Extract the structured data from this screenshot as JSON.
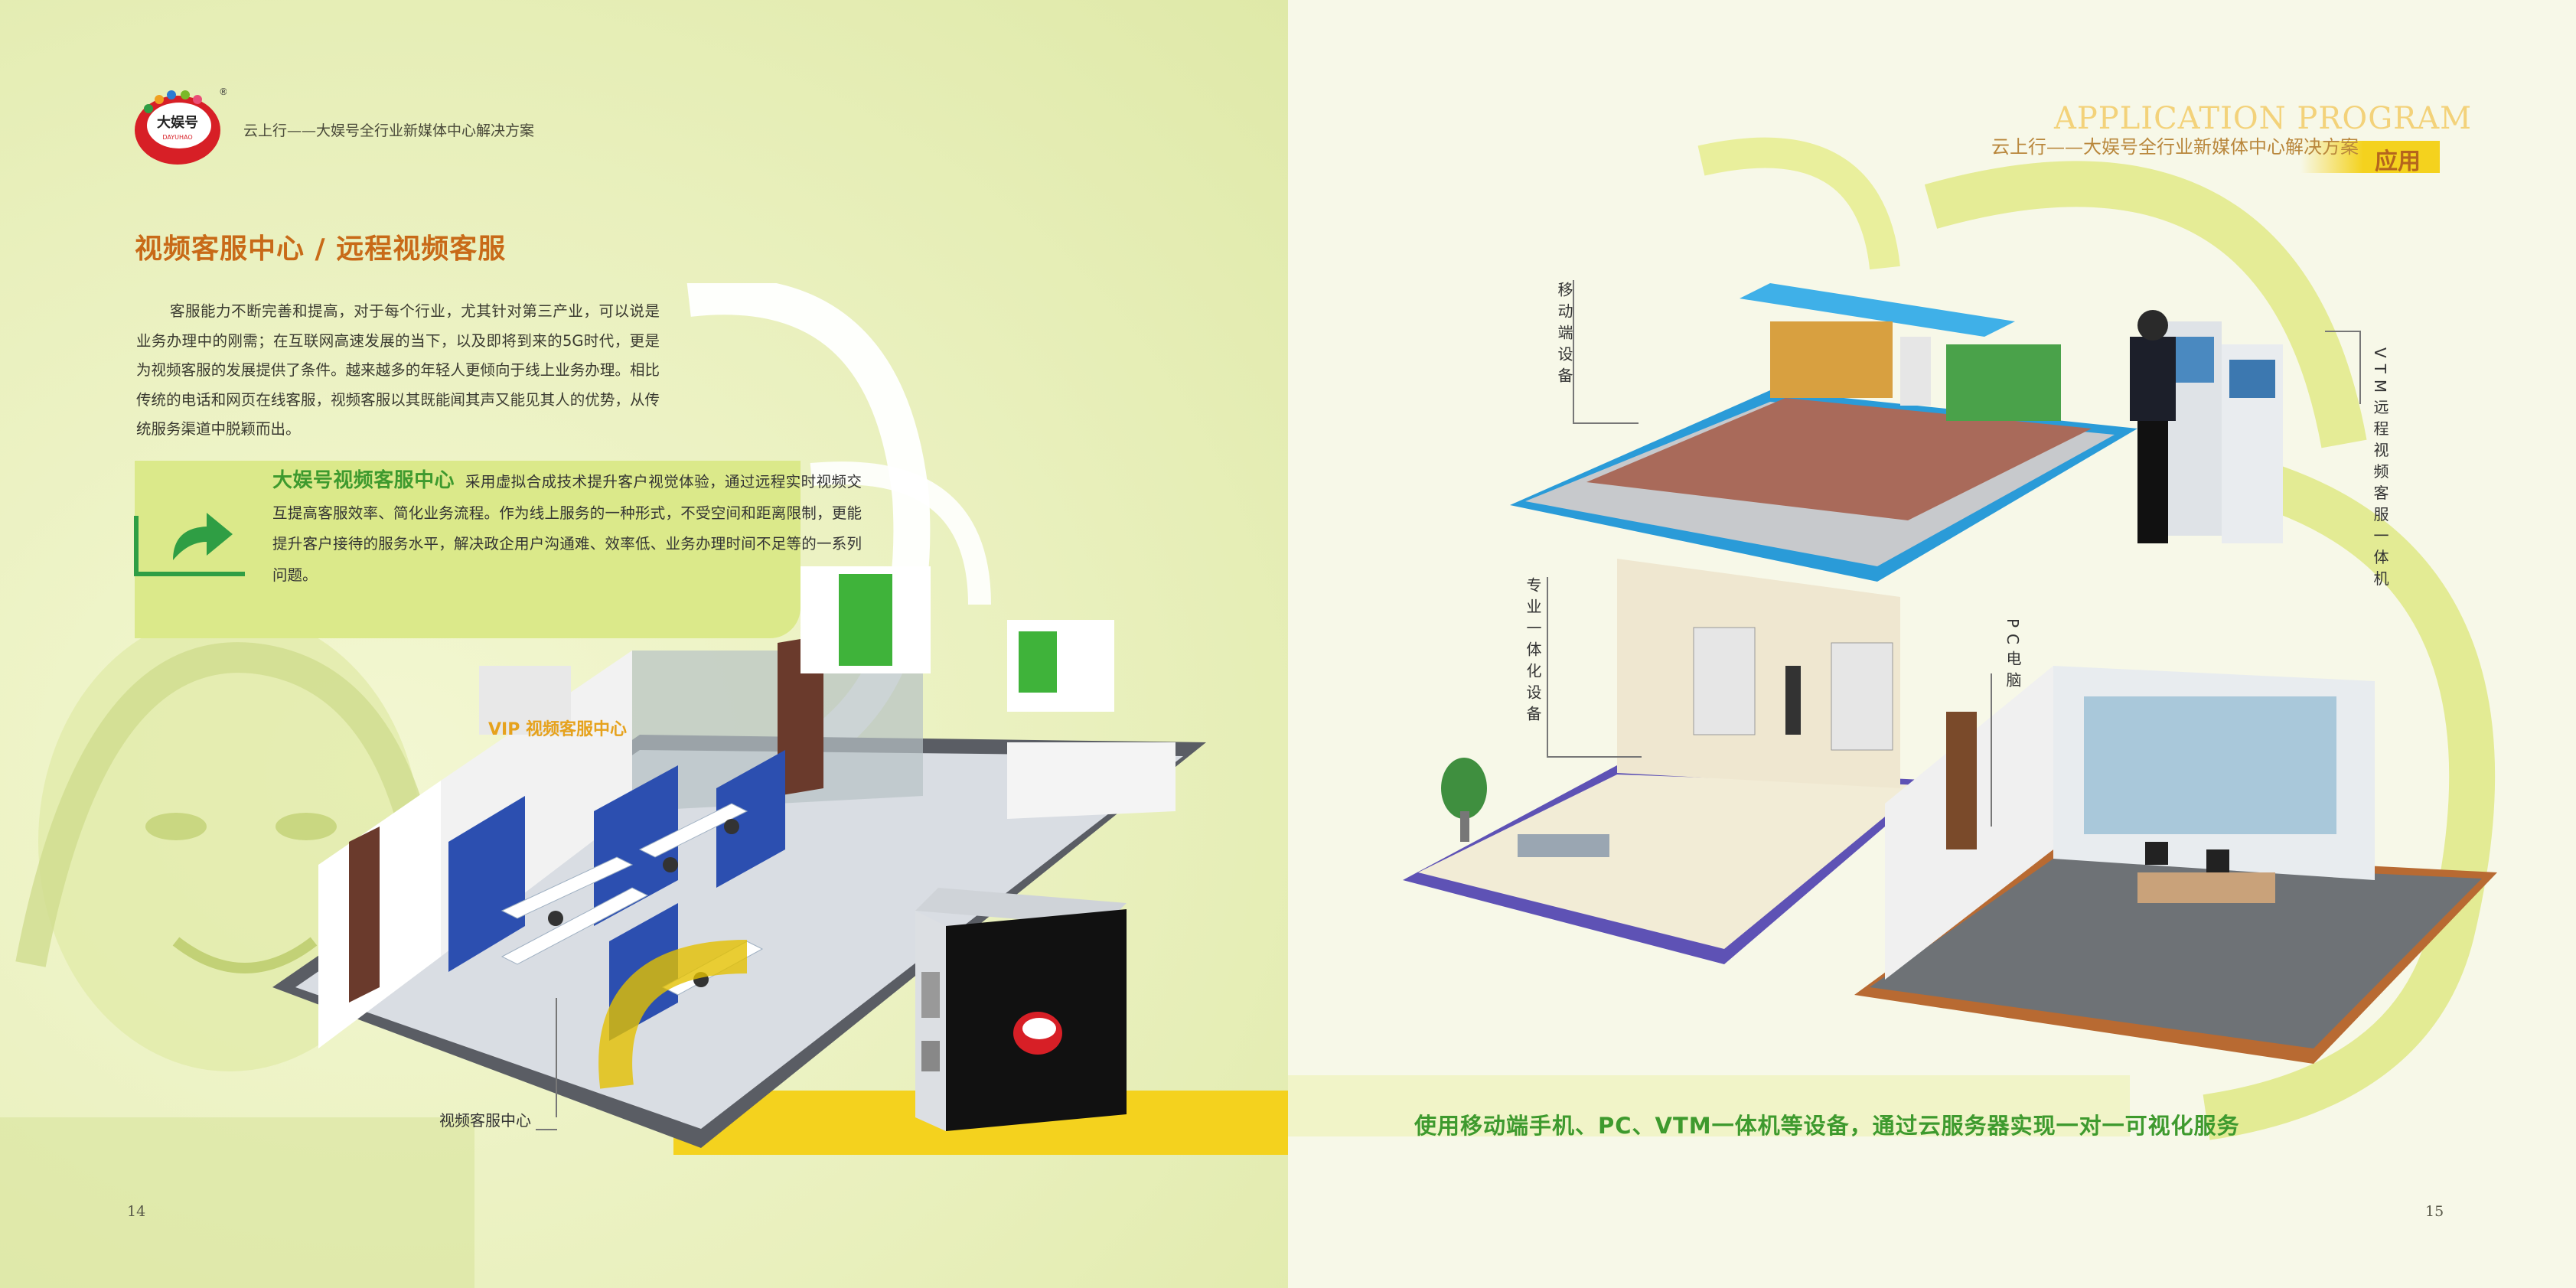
{
  "brand": {
    "logo_name": "大娱号",
    "logo_sub": "DAYUHAO",
    "registered": "®"
  },
  "left_page": {
    "header": "云上行——大娱号全行业新媒体中心解决方案",
    "title": "视频客服中心 / 远程视频客服",
    "intro": "客服能力不断完善和提高，对于每个行业，尤其针对第三产业，可以说是业务办理中的刚需；在互联网高速发展的当下，以及即将到来的5G时代，更是为视频客服的发展提供了条件。越来越多的年轻人更倾向于线上业务办理。相比传统的电话和网页在线客服，视频客服以其既能闻其声又能见其人的优势，从传统服务渠道中脱颖而出。",
    "callout_heading": "大娱号视频客服中心",
    "callout_body": "采用虚拟合成技术提升客户视觉体验，通过远程实时视频交互提高客服效率、简化业务流程。作为线上服务的一种形式，不受空间和距离限制，更能提升客户接待的服务水平，解决政企用户沟通难、效率低、业务办理时间不足等的一系列问题。",
    "office_label": "视频客服中心",
    "vip_sign": "VIP 视频客服中心",
    "page_number": "14"
  },
  "right_page": {
    "app_title": "APPLICATION PROGRAM",
    "header": "云上行——大娱号全行业新媒体中心解决方案",
    "badge": "应用",
    "label_mobile": "移动端设备",
    "label_vtm": "VTM远程视频客服一体机",
    "label_pro": "专业一体化设备",
    "label_pc": "PC电脑",
    "footer": "使用移动端手机、PC、VTM一体机等设备，通过云服务器实现一对一可视化服务",
    "page_number": "15"
  },
  "colors": {
    "title_orange": "#c86a18",
    "brand_green": "#3e9a2e",
    "band_yellow": "#f4d21e",
    "callout_green": "#dbe98a"
  }
}
